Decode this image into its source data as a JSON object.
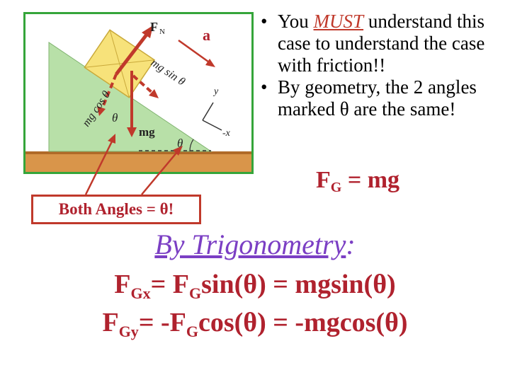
{
  "figure": {
    "label_a": "a",
    "label_fn": "F",
    "label_fn_sub": "N",
    "label_mg": "mg",
    "label_mg_sin": "mg sin θ",
    "label_mg_cos": "mg cos θ",
    "label_theta_top": "θ",
    "label_theta_base": "θ",
    "label_y": "y",
    "label_x": "-x"
  },
  "bullets": [
    {
      "before": "You ",
      "emph": "MUST",
      "after": " understand this case to understand the case with friction!!"
    },
    {
      "before": "By geometry, the 2 angles marked θ are the same!",
      "emph": "",
      "after": ""
    }
  ],
  "fg_equation": {
    "lhs": "F",
    "lhs_sub": "G",
    "rhs": " = mg"
  },
  "angles_note": "Both Angles = θ!",
  "trig_title": {
    "main": "By Trigonometry",
    "colon": ":"
  },
  "eq1": {
    "f1": "F",
    "s1": "Gx",
    "mid": "= F",
    "s2": "G",
    "rest": "sin(θ) = mgsin(θ)"
  },
  "eq2": {
    "f1": "F",
    "s1": "Gy",
    "mid": "= -F",
    "s2": "G",
    "rest": "cos(θ)  = -mgcos(θ)"
  },
  "colors": {
    "frame": "#35a53a",
    "ramp": "#b8e0a8",
    "block": "#f7e27a",
    "floor": "#d9954a",
    "force": "#c0392b",
    "title": "#7b3fc4"
  }
}
